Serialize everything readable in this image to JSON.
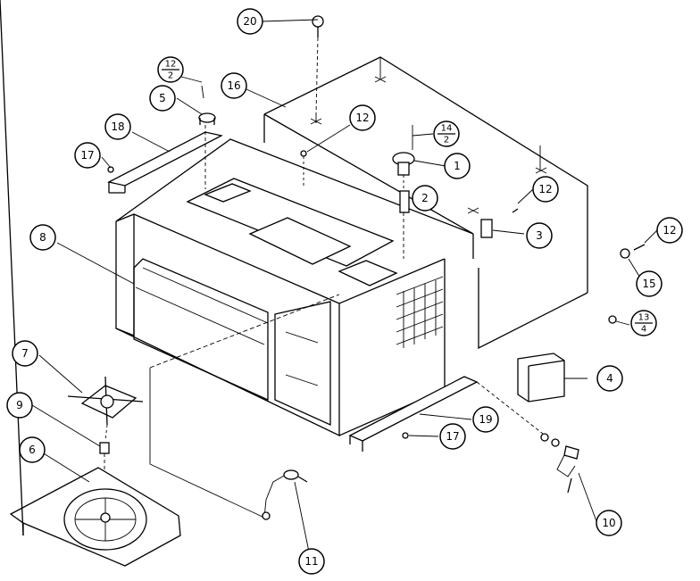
{
  "callouts": [
    {
      "id": "c20",
      "label": "20"
    },
    {
      "id": "c12a",
      "top": "12",
      "bottom": "2"
    },
    {
      "id": "c5",
      "label": "5"
    },
    {
      "id": "c16",
      "label": "16"
    },
    {
      "id": "c12b",
      "label": "12"
    },
    {
      "id": "c14",
      "top": "14",
      "bottom": "2"
    },
    {
      "id": "c18",
      "label": "18"
    },
    {
      "id": "c17a",
      "label": "17"
    },
    {
      "id": "c1",
      "label": "1"
    },
    {
      "id": "c2",
      "label": "2"
    },
    {
      "id": "c12c",
      "label": "12"
    },
    {
      "id": "c3",
      "label": "3"
    },
    {
      "id": "c12d",
      "label": "12"
    },
    {
      "id": "c8",
      "label": "8"
    },
    {
      "id": "c15",
      "label": "15"
    },
    {
      "id": "c13",
      "top": "13",
      "bottom": "4"
    },
    {
      "id": "c7",
      "label": "7"
    },
    {
      "id": "c4",
      "label": "4"
    },
    {
      "id": "c9",
      "label": "9"
    },
    {
      "id": "c19",
      "label": "19"
    },
    {
      "id": "c17b",
      "label": "17"
    },
    {
      "id": "c6",
      "label": "6"
    },
    {
      "id": "c10",
      "label": "10"
    },
    {
      "id": "c11",
      "label": "11"
    }
  ]
}
